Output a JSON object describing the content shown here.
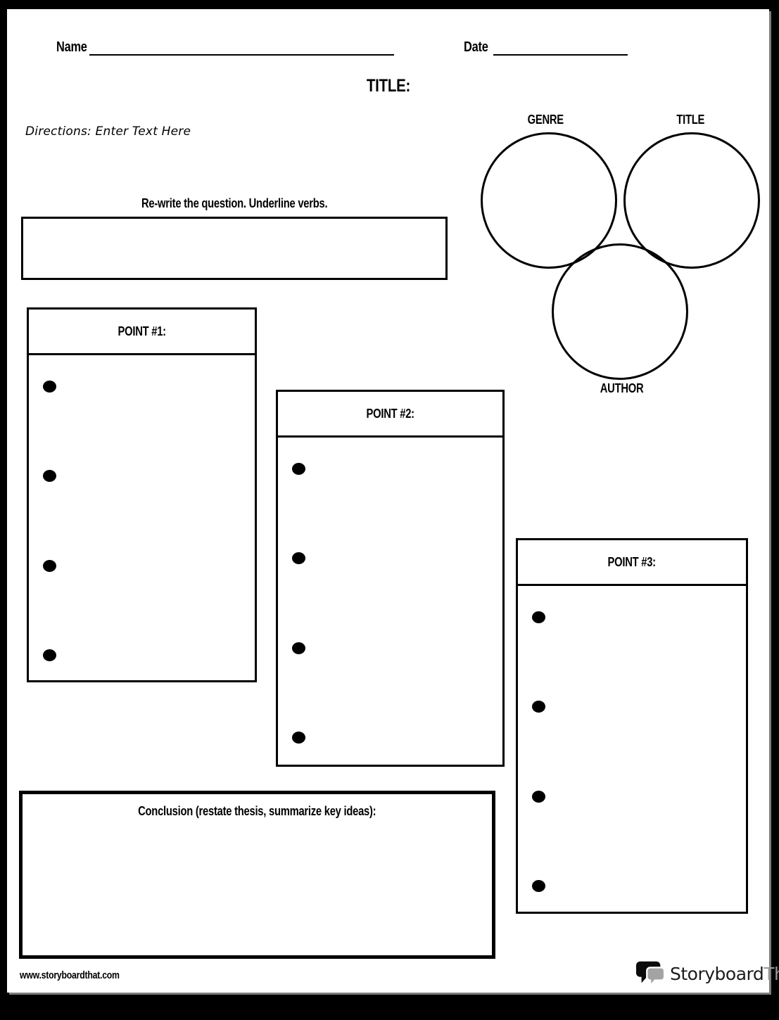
{
  "header": {
    "name_label": "Name",
    "date_label": "Date",
    "title_heading": "TITLE:",
    "directions": "Directions: Enter Text Here"
  },
  "venn": {
    "circles": [
      {
        "label": "GENRE"
      },
      {
        "label": "TITLE"
      },
      {
        "label": "AUTHOR"
      }
    ]
  },
  "question": {
    "heading": "Re-write the question. Underline verbs."
  },
  "points": [
    {
      "label": "POINT #1:",
      "bullet_count": 4
    },
    {
      "label": "POINT #2:",
      "bullet_count": 4
    },
    {
      "label": "POINT #3:",
      "bullet_count": 4
    }
  ],
  "conclusion": {
    "heading": "Conclusion (restate thesis, summarize key ideas):"
  },
  "footer": {
    "website": "www.storyboardthat.com",
    "logo": {
      "primary": "Storyboard",
      "secondary": "That"
    }
  },
  "colors": {
    "ink": "#000000",
    "logo_text_primary": "#1c1c1c",
    "logo_text_secondary": "#9a9a9a",
    "logo_bubble_back": "#0b0b0b",
    "logo_bubble_front": "#a3a3a3",
    "frame": "#000000"
  }
}
